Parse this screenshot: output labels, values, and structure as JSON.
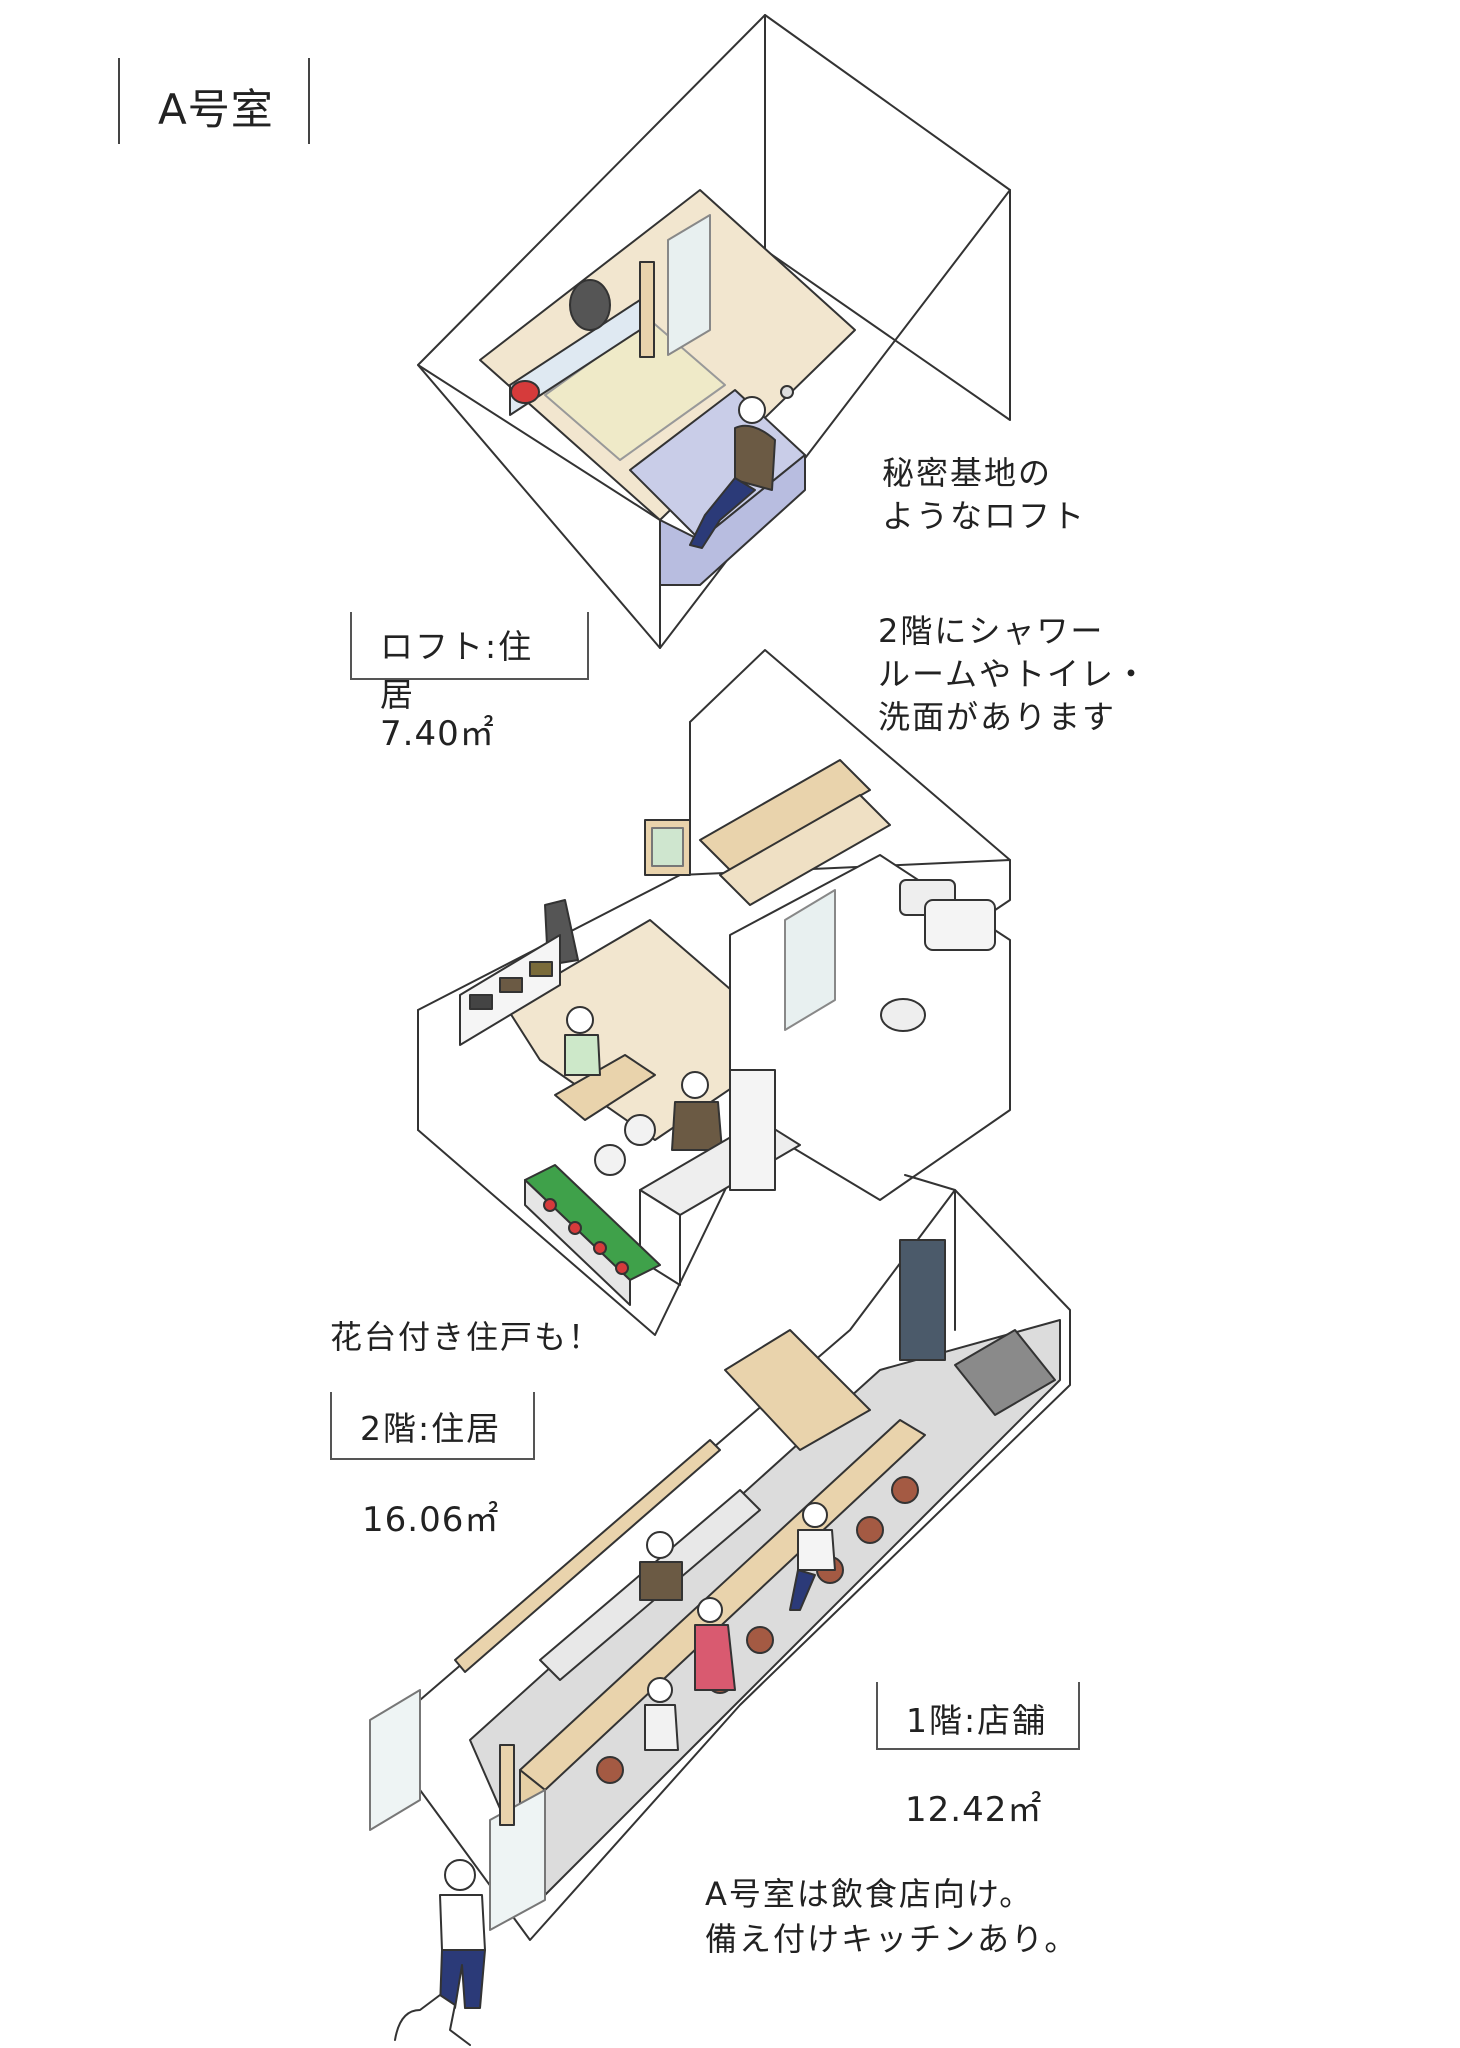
{
  "title": "A号室",
  "floors": [
    {
      "label": "ロフト:住居",
      "area": "7.40㎡"
    },
    {
      "label": "2階:住居",
      "area": "16.06㎡"
    },
    {
      "label": "1階:店舗",
      "area": "12.42㎡"
    }
  ],
  "notes": {
    "loft": "秘密基地の\nようなロフト",
    "second_floor": "2階にシャワー\nルームやトイレ・\n洗面があります",
    "flower": "花台付き住戸も！",
    "shop": "A号室は飲食店向け。\n備え付けキッチンあり。"
  },
  "colors": {
    "floor_wood": "#f2e6cf",
    "futon": "#c9cde8",
    "stair_wood": "#e9d3ac",
    "floor_gray": "#dcdcdc",
    "plant_green": "#3fa14a",
    "flower_red": "#d63b3b"
  }
}
